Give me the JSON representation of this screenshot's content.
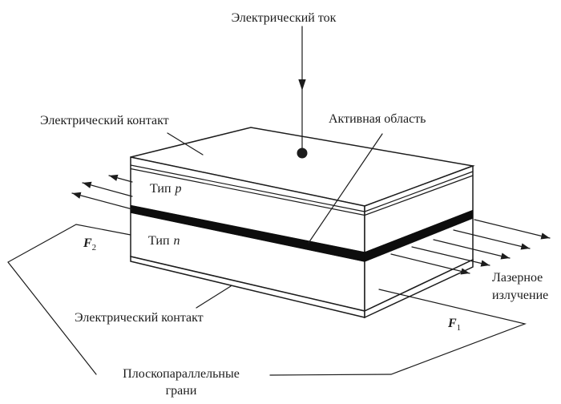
{
  "diagram": {
    "title_top": "Электрический ток",
    "labels": {
      "top_contact": "Электрический контакт",
      "active_region": "Активная область",
      "type_p": {
        "prefix": "Тип",
        "variable": "p"
      },
      "type_n": {
        "prefix": "Тип",
        "variable": "n"
      },
      "laser": {
        "line1": "Лазерное",
        "line2": "излучение"
      },
      "bottom_contact": "Электрический контакт",
      "facets": {
        "line1": "Плоскопараллельные",
        "line2": "грани"
      },
      "f1": {
        "letter": "F",
        "sub": "1"
      },
      "f2": {
        "letter": "F",
        "sub": "2"
      }
    },
    "colors": {
      "line": "#1c1c1c",
      "background": "#ffffff",
      "active_layer": "#0d0d0d"
    }
  }
}
